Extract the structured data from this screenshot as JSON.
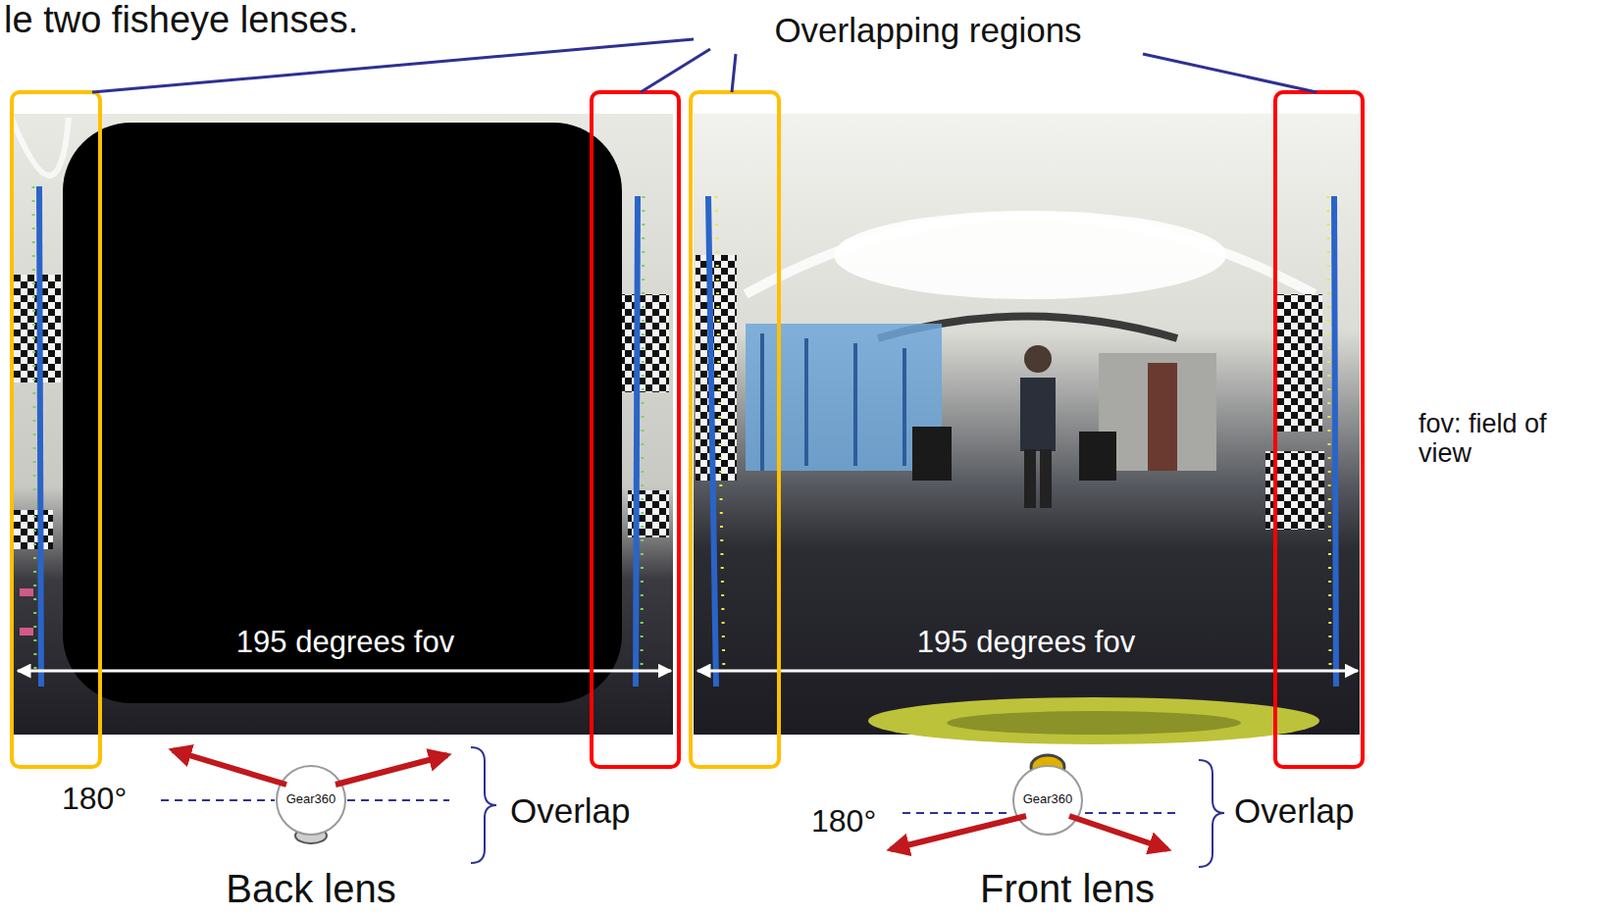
{
  "diagram": {
    "title": "le two fisheye lenses.",
    "labels": [
      "Overlapping regions",
      "195 degrees fov",
      "195 degrees fov",
      "fov: field of view",
      "Gear360",
      "180°",
      "Overlap",
      "Back lens",
      "Gear360",
      "180°",
      "Overlap",
      "Front lens"
    ]
  }
}
